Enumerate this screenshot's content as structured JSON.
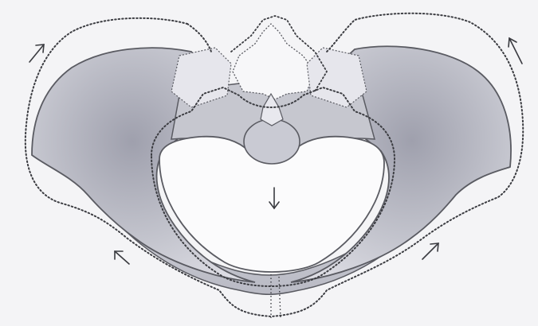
{
  "diagram": {
    "colors": {
      "background": "#f4f4f6",
      "bone_fill": "#c9cad3",
      "bone_fill_light": "#e3e3ea",
      "bone_fill_dark": "#a9aab6",
      "outline": "#5a5b62",
      "dotted_outline": "#3c3d42",
      "inner_cavity": "#fbfbfc",
      "arrow": "#3a3b40"
    },
    "arrows": [
      {
        "name": "arrow-upper-left",
        "direction": "up-right"
      },
      {
        "name": "arrow-upper-right",
        "direction": "up-left"
      },
      {
        "name": "arrow-lower-left",
        "direction": "up-left"
      },
      {
        "name": "arrow-lower-right",
        "direction": "up-right"
      },
      {
        "name": "arrow-center",
        "direction": "down"
      }
    ]
  }
}
